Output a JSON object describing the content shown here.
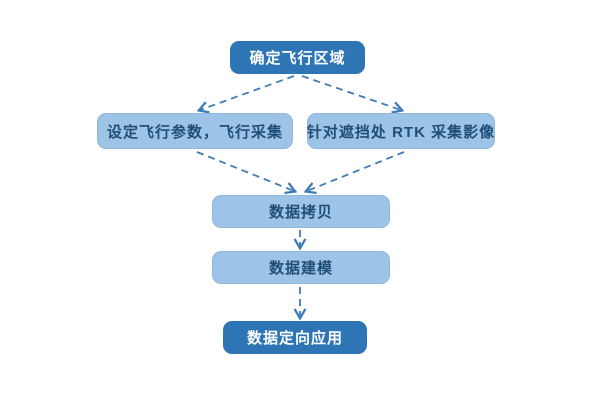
{
  "diagram": {
    "type": "flowchart",
    "direction": "top-down",
    "colors": {
      "dark_node_fill": "#2E75B6",
      "dark_node_text": "#FFFFFF",
      "light_node_fill": "#9DC3E6",
      "light_node_text": "#1F4E79",
      "arrow": "#3E7CB8",
      "background": "#FFFFFF"
    },
    "nodes": {
      "start": {
        "label": "确定飞行区域",
        "style": "dark"
      },
      "flight_params": {
        "label": "设定飞行参数，飞行采集",
        "style": "light"
      },
      "rtk_capture": {
        "label": "针对遮挡处 RTK 采集影像",
        "style": "light"
      },
      "data_copy": {
        "label": "数据拷贝",
        "style": "light"
      },
      "data_model": {
        "label": "数据建模",
        "style": "light"
      },
      "data_app": {
        "label": "数据定向应用",
        "style": "dark"
      }
    },
    "edges": [
      {
        "from": "start",
        "to": "flight_params",
        "style": "dashed-arrow"
      },
      {
        "from": "start",
        "to": "rtk_capture",
        "style": "dashed-arrow"
      },
      {
        "from": "flight_params",
        "to": "data_copy",
        "style": "dashed-arrow"
      },
      {
        "from": "rtk_capture",
        "to": "data_copy",
        "style": "dashed-arrow"
      },
      {
        "from": "data_copy",
        "to": "data_model",
        "style": "dashed-arrow"
      },
      {
        "from": "data_model",
        "to": "data_app",
        "style": "dashed-arrow"
      }
    ]
  }
}
